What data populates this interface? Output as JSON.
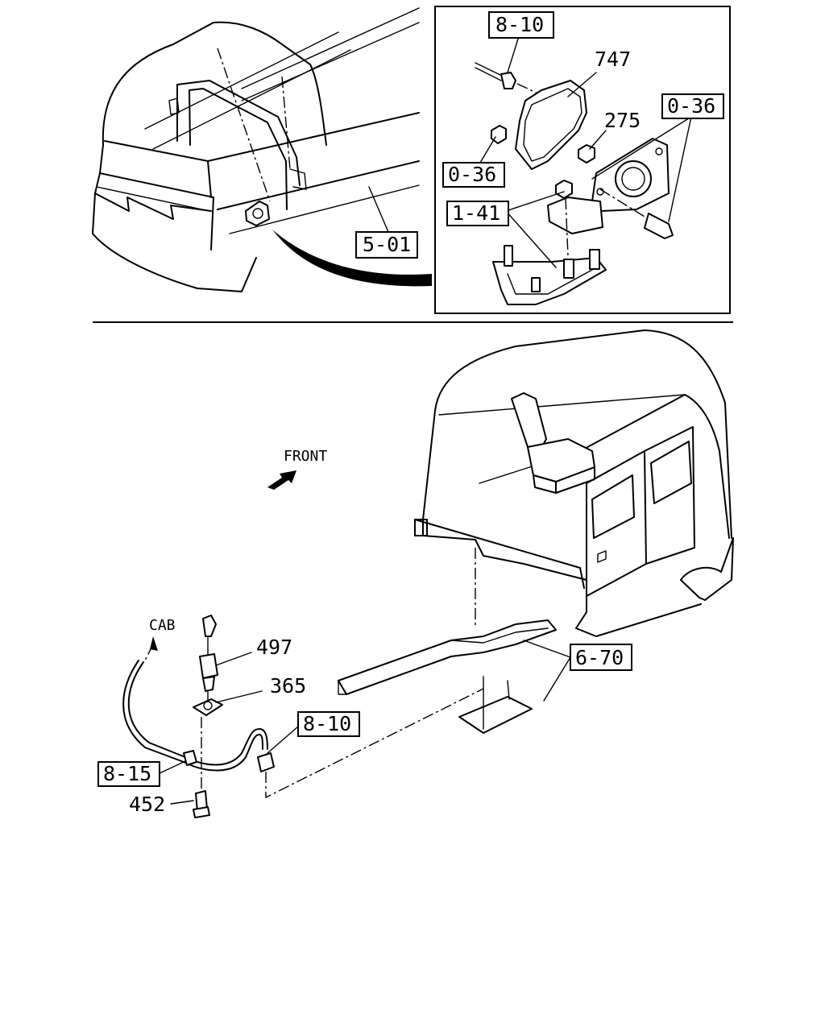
{
  "diagram": {
    "callouts": {
      "ref_8_10_top": "8-10",
      "part_747": "747",
      "part_275": "275",
      "ref_0_36_right": "0-36",
      "ref_0_36_left": "0-36",
      "ref_1_41": "1-41",
      "ref_5_01": "5-01",
      "direction_front": "FRONT",
      "direction_cab": "CAB",
      "part_497": "497",
      "part_365": "365",
      "ref_6_70": "6-70",
      "ref_8_10_bottom": "8-10",
      "ref_8_15": "8-15",
      "part_452": "452"
    }
  }
}
